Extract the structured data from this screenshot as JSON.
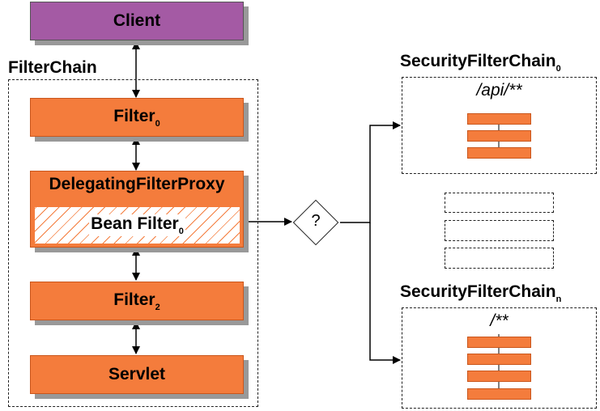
{
  "client": {
    "label": "Client"
  },
  "filter_chain": {
    "title": "FilterChain",
    "filter0": {
      "label": "Filter",
      "sub": "0"
    },
    "proxy": {
      "label": "DelegatingFilterProxy"
    },
    "bean_filter": {
      "label": "Bean Filter",
      "sub": "0"
    },
    "filter2": {
      "label": "Filter",
      "sub": "2"
    },
    "servlet": {
      "label": "Servlet"
    }
  },
  "decision": {
    "label": "?"
  },
  "security_chain_0": {
    "title": "SecurityFilterChain",
    "sub": "0",
    "pattern": "/api/**"
  },
  "security_chain_n": {
    "title": "SecurityFilterChain",
    "sub": "n",
    "pattern": "/**"
  }
}
